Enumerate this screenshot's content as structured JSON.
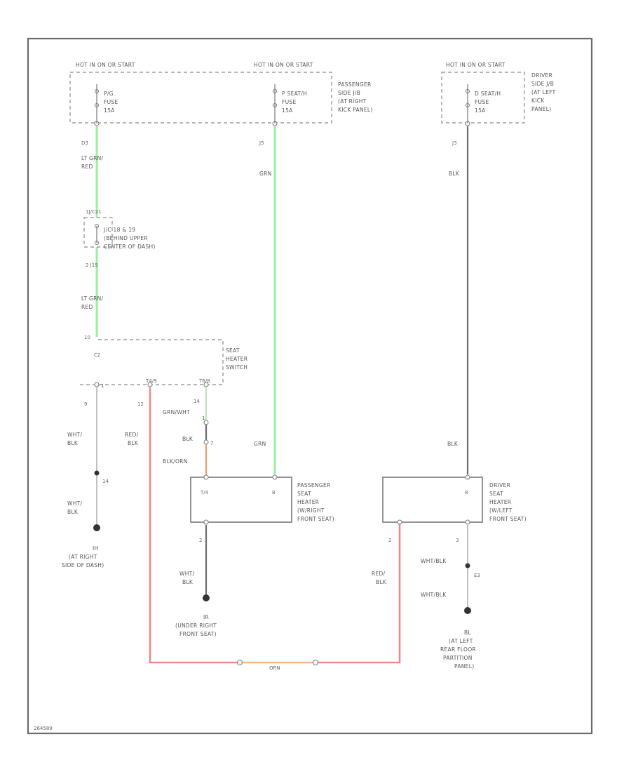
{
  "colors": {
    "lt_grn_red_wire": "#9af09a",
    "grn_wire": "#9af09a",
    "red_blk_wire": "#f08a8a",
    "orn_wire": "#f2b98a",
    "blk_wire": "#6e6e6e",
    "wht_blk_wire": "#c0c0c0",
    "grn_wht_wire": "#b8e8b8"
  },
  "fuse_boxes": {
    "left": {
      "header": "HOT IN ON OR START",
      "fuse": [
        "P/G",
        "FUSE",
        "15A"
      ],
      "pin": "D3"
    },
    "middle": {
      "header": "HOT IN ON OR START",
      "fuse": [
        "P SEAT/H",
        "FUSE",
        "15A"
      ],
      "pin": "J5",
      "label": [
        "PASSENGER",
        "SIDE J/B",
        "(AT RIGHT",
        "KICK PANEL)"
      ]
    },
    "right": {
      "header": "HOT IN ON OR START",
      "fuse": [
        "D SEAT/H",
        "FUSE",
        "15A"
      ],
      "pin": "J3",
      "label": [
        "DRIVER",
        "SIDE J/B",
        "(AT LEFT",
        "KICK",
        "PANEL)"
      ]
    }
  },
  "wires": {
    "lt_grn_red_1": [
      "LT GRN/",
      "RED"
    ],
    "grn_upper": "GRN",
    "blk_upper": "BLK",
    "lt_grn_red_2": [
      "LT GRN/",
      "RED"
    ],
    "wht_blk_1": [
      "WHT/",
      "BLK"
    ],
    "wht_blk_2": [
      "WHT/",
      "BLK"
    ],
    "red_blk_1": [
      "RED/",
      "BLK"
    ],
    "grn_wht": "GRN/WHT",
    "blk_mid": "BLK",
    "blk_orn": "BLK/ORN",
    "grn_lower": "GRN",
    "blk_lower": "BLK",
    "wht_blk_3": [
      "WHT/",
      "BLK"
    ],
    "red_blk_2": [
      "RED/",
      "BLK"
    ],
    "wht_blk_4": "WHT/BLK",
    "wht_blk_5": "WHT/BLK",
    "orn_bottom": "ORN"
  },
  "connector_jc": {
    "pin_top": "1J/C21",
    "lines": [
      "J/C 18 & 19",
      "(BEHIND UPPER",
      "CENTER OF DASH)"
    ],
    "pin_bottom": "2 J19"
  },
  "seat_heater_switch": {
    "label": [
      "SEAT",
      "HEATER",
      "SWITCH"
    ],
    "pin_top_left": "10",
    "pin_c": "C2",
    "pin_left": "1",
    "pin_mid": "T4/9",
    "pin_right": "T6/8"
  },
  "pins": {
    "switch_out_left": "9",
    "switch_out_mid": "12",
    "switch_out_right": "14",
    "junction_14": "14",
    "conn_top": "1",
    "conn_bottom": "7",
    "passenger_pin_bottom": "2",
    "driver_pin_bottom_left": "2",
    "driver_pin_bottom_right": "3",
    "driver_junction": "E3"
  },
  "passenger_heater": {
    "pin_left": "T/4",
    "pin_right": "8",
    "label": [
      "PASSENGER",
      "SEAT",
      "HEATER",
      "(W/RIGHT",
      "FRONT SEAT)"
    ]
  },
  "driver_heater": {
    "pin_right": "8",
    "label": [
      "DRIVER",
      "SEAT",
      "HEATER",
      "(W/LEFT",
      "FRONT SEAT)"
    ]
  },
  "grounds": {
    "g1": [
      "IH",
      "(AT RIGHT",
      "SIDE OF DASH)"
    ],
    "g2": [
      "IR",
      "(UNDER RIGHT",
      "FRONT SEAT)"
    ],
    "g3": [
      "BL",
      "(AT LEFT",
      "REAR FLOOR",
      "PARTITION",
      "PANEL)"
    ]
  },
  "footer_code": "264589"
}
